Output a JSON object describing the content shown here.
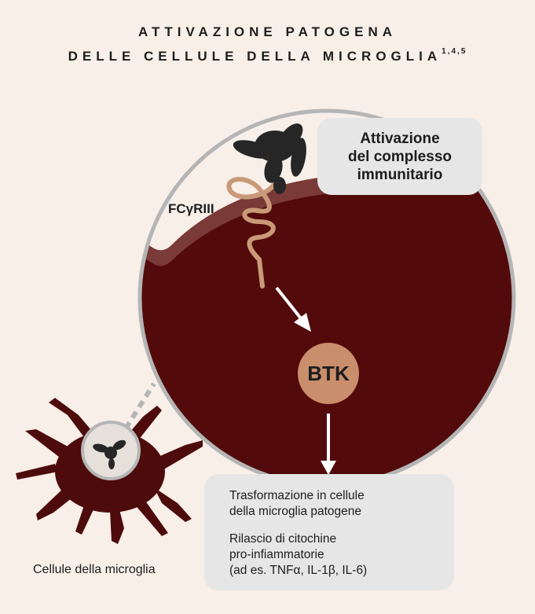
{
  "title": {
    "line1": "ATTIVAZIONE PATOGENA",
    "line2": "DELLE CELLULE DELLA MICROGLIA",
    "refs": "1,4,5"
  },
  "callout": {
    "line1": "Attivazione",
    "line2": "del complesso",
    "line3": "immunitario"
  },
  "receptor_label": "FCγRIII",
  "btk_label": "BTK",
  "outcome": {
    "line1": "Trasformazione in cellule",
    "line2": "della microglia patogene",
    "line3": "Rilascio di citochine",
    "line4": "pro-infiammatorie",
    "line5": "(ad es. TNFα, IL-1β, IL-6)"
  },
  "cell_caption": "Cellule della microglia",
  "colors": {
    "background": "#f8efe8",
    "cell_interior": "#520a0a",
    "membrane": "#7a3a37",
    "circle_outline": "#b5b5b5",
    "receptor": "#c99a78",
    "btk": "#c98e6c",
    "immune_complex": "#262626",
    "microglia": "#4e0b0b",
    "box": "#e6e6e6"
  },
  "icons": [
    "immune-complex-icon",
    "microglia-cell-icon",
    "magnifier-circle-icon"
  ]
}
